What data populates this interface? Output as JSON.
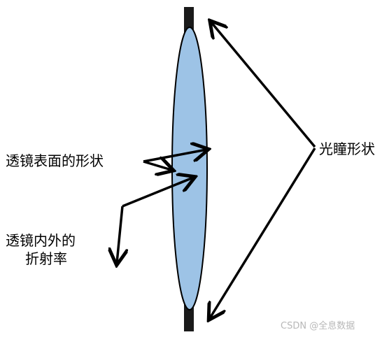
{
  "labels": {
    "surface_shape": "透镜表面的形状",
    "refractive_index_line1": "透镜内外的",
    "refractive_index_line2": "折射率",
    "pupil_shape": "光瞳形状"
  },
  "watermark": "CSDN @全息数据",
  "colors": {
    "lens_fill": "#9dc3e6",
    "lens_stroke": "#000000",
    "aperture_bar": "#1a1a1a",
    "arrows": "#000000",
    "text": "#000000",
    "watermark": "#b8b8b8"
  }
}
